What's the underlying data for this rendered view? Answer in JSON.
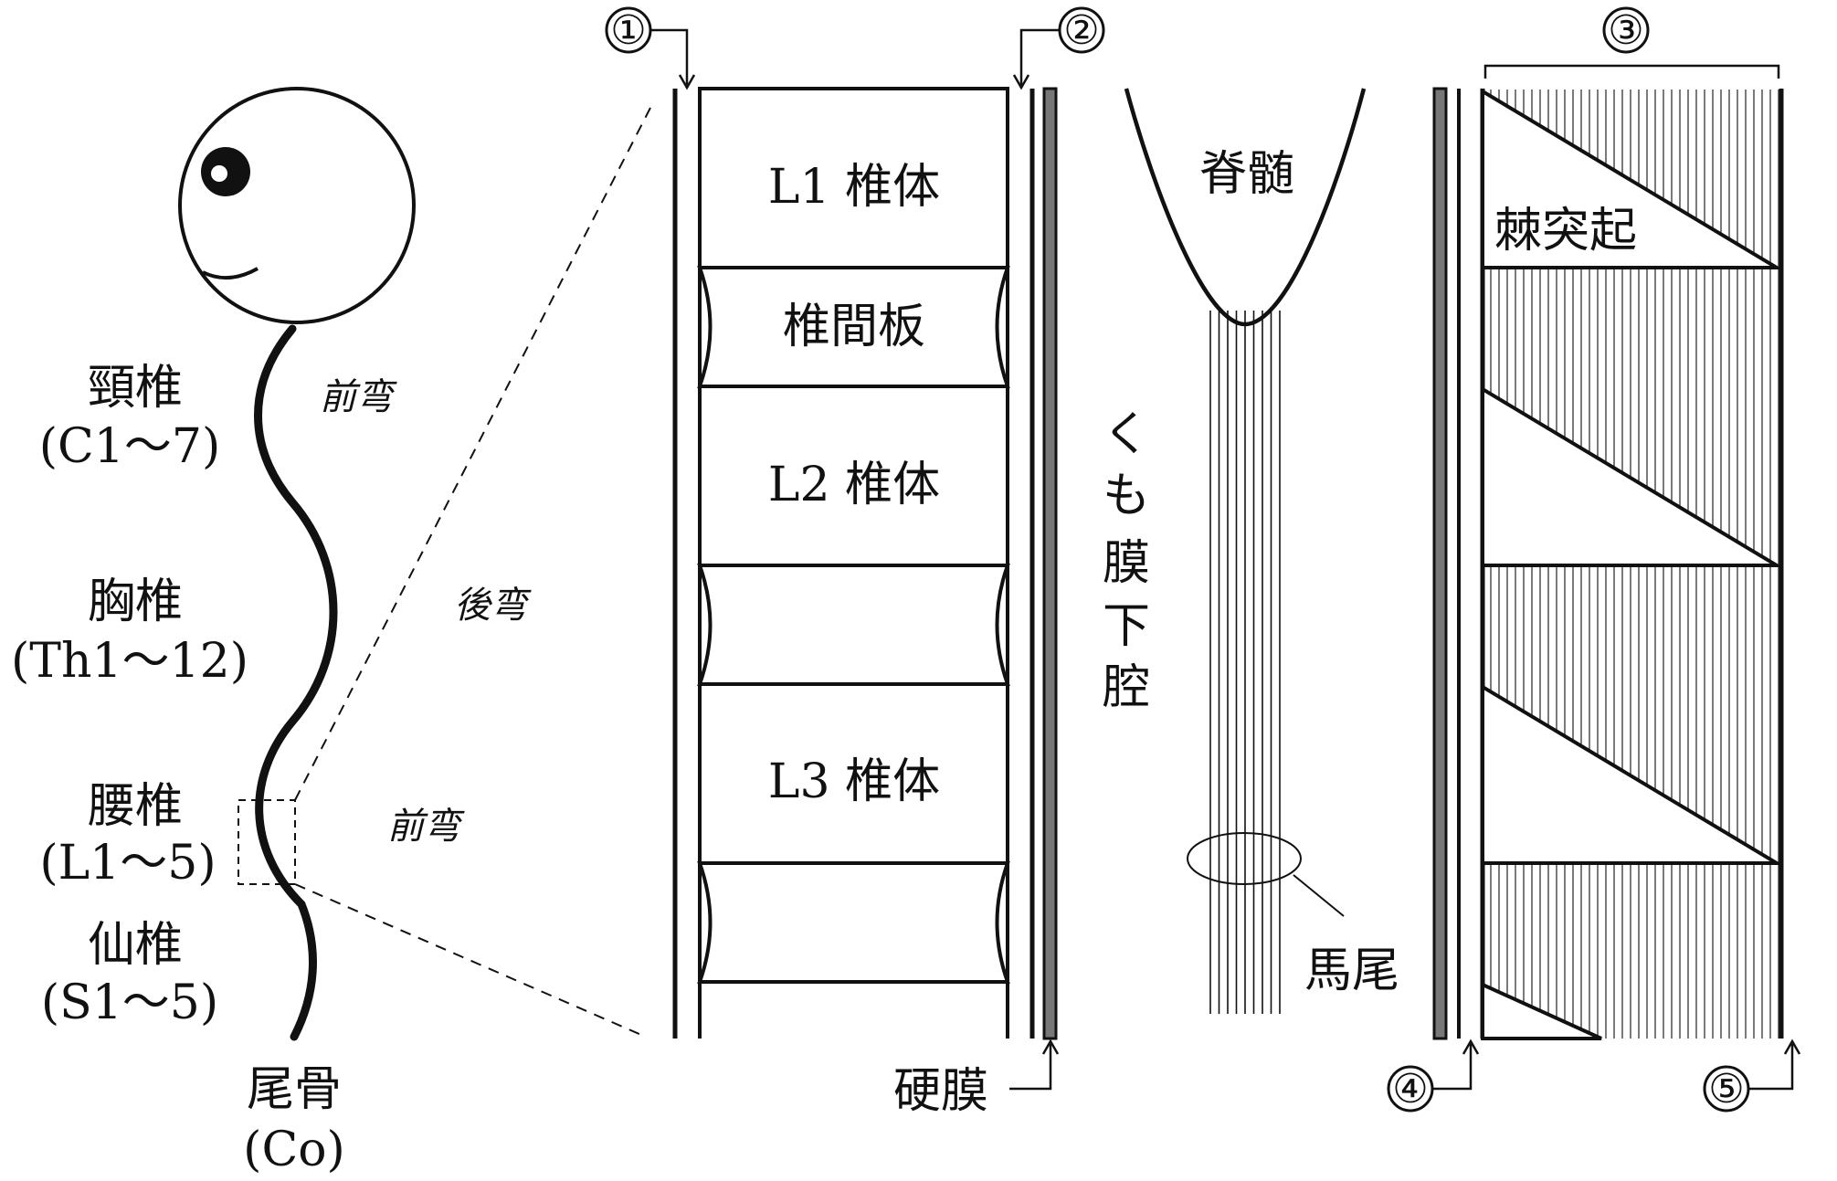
{
  "spine_overview": {
    "regions": [
      {
        "name": "頸椎",
        "range": "(C1〜7)"
      },
      {
        "name": "胸椎",
        "range": "(Th1〜12)"
      },
      {
        "name": "腰椎",
        "range": "(L1〜5)"
      },
      {
        "name": "仙椎",
        "range": "(S1〜5)"
      }
    ],
    "coccyx": {
      "name": "尾骨",
      "range": "(Co)"
    },
    "curves": [
      "前弯",
      "後弯",
      "前弯"
    ]
  },
  "lumbar_detail": {
    "markers": [
      "①",
      "②",
      "③",
      "④",
      "⑤"
    ],
    "vertebrae": [
      "L1 椎体",
      "L2 椎体",
      "L3 椎体"
    ],
    "disc_label": "椎間板",
    "dura_label": "硬膜",
    "subarachnoid_label": [
      "く",
      "も",
      "膜",
      "下",
      "腔"
    ],
    "spinal_cord_label": "脊髄",
    "cauda_equina_label": "馬尾",
    "spinous_process_label": "棘突起"
  }
}
